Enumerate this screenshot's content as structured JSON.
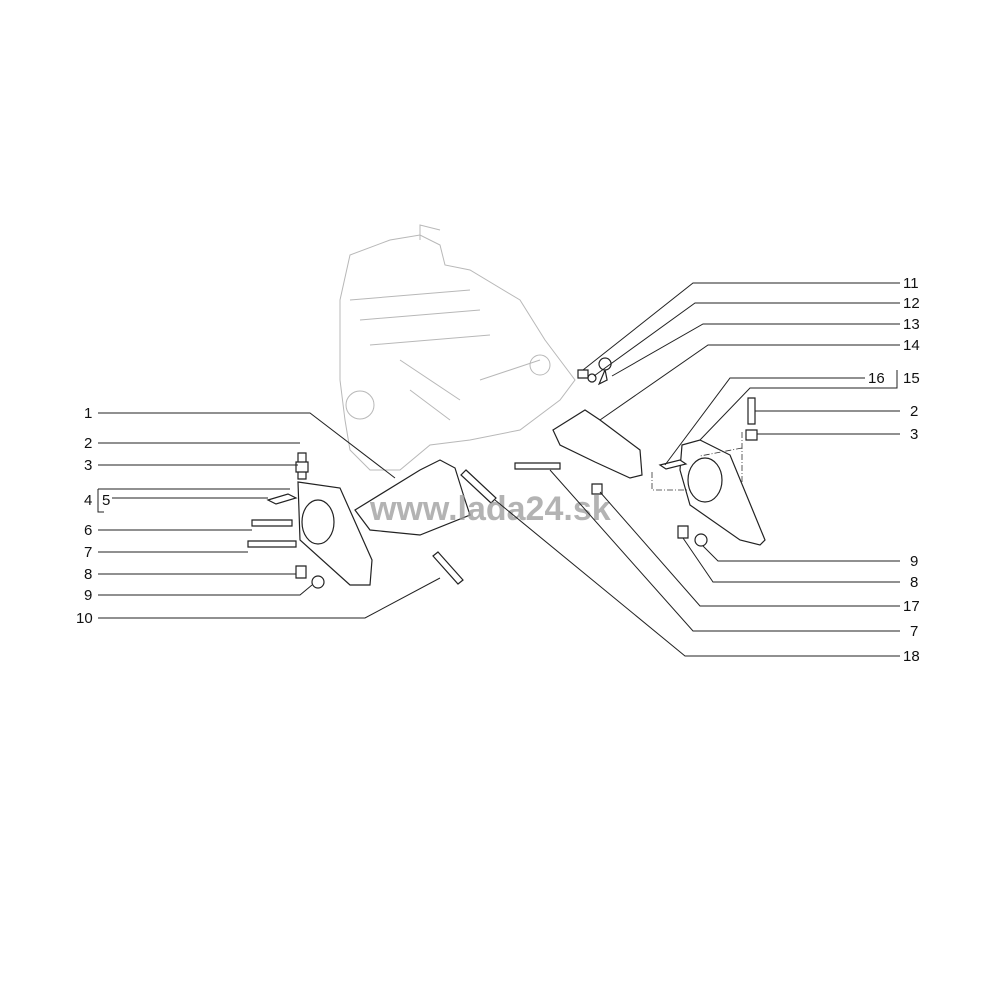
{
  "diagram": {
    "watermark": "www.lada24.sk",
    "left_labels": [
      "1",
      "2",
      "3",
      "4",
      "5",
      "6",
      "7",
      "8",
      "9",
      "10"
    ],
    "right_labels": [
      "11",
      "12",
      "13",
      "14",
      "16",
      "15",
      "2",
      "3",
      "9",
      "8",
      "17",
      "7",
      "18"
    ]
  }
}
